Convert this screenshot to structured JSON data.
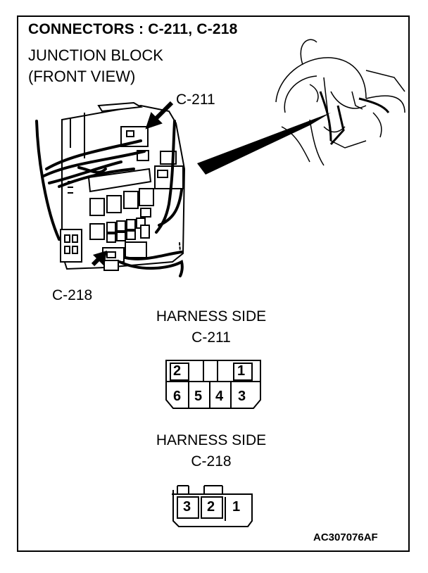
{
  "title": "CONNECTORS : C-211, C-218",
  "junction_block": {
    "line1": "JUNCTION BLOCK",
    "line2": "(FRONT VIEW)"
  },
  "callouts": {
    "c211": "C-211",
    "c218": "C-218"
  },
  "connector_c211": {
    "heading": "HARNESS SIDE",
    "name": "C-211",
    "top_pins": [
      "2",
      "1"
    ],
    "bottom_pins": [
      "6",
      "5",
      "4",
      "3"
    ]
  },
  "connector_c218": {
    "heading": "HARNESS SIDE",
    "name": "C-218",
    "pins": [
      "3",
      "2",
      "1"
    ]
  },
  "figure_code": "AC307076AF"
}
